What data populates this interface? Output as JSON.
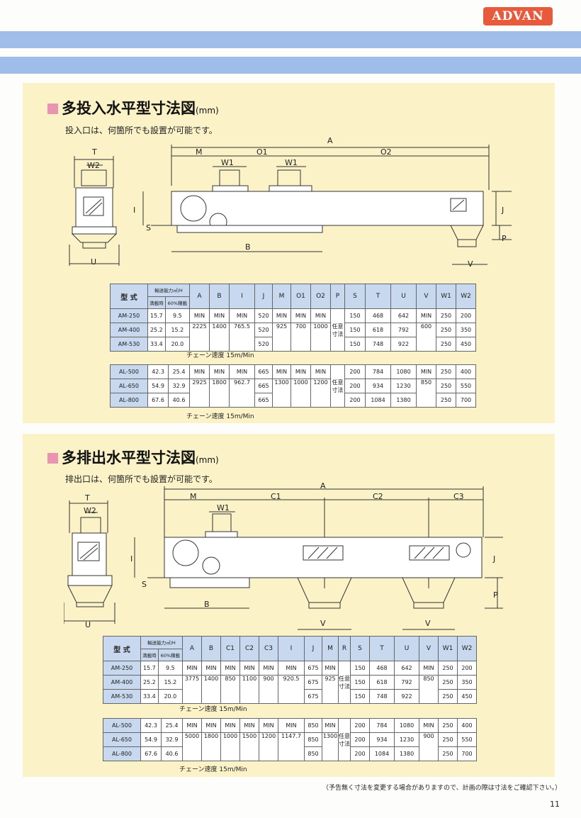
{
  "brand": "ADVAN",
  "section1": {
    "title": "多投入水平型寸法図",
    "unit": "(mm)",
    "subtitle": "投入口は、何箇所でも設置が可能です。",
    "labels": {
      "A": "A",
      "M": "M",
      "O1": "O1",
      "O2": "O2",
      "W1a": "W1",
      "W1b": "W1",
      "T": "T",
      "W2": "W2",
      "I": "I",
      "S": "S",
      "J": "J",
      "P": "P",
      "B": "B",
      "U": "U",
      "V": "V"
    },
    "headers": {
      "model": "型 式",
      "capacity": "輸送能力㎥/H",
      "cap1": "満載時",
      "cap2": "60%積載",
      "A": "A",
      "B": "B",
      "I": "I",
      "J": "J",
      "M": "M",
      "O1": "O1",
      "O2": "O2",
      "P": "P",
      "S": "S",
      "T": "T",
      "U": "U",
      "V": "V",
      "W1": "W1",
      "W2": "W2"
    },
    "table1": {
      "rows": [
        {
          "model": "AM-250",
          "c1": "15.7",
          "c2": "9.5",
          "J": "520",
          "S": "150",
          "T": "468",
          "U": "642",
          "W1": "250",
          "W2": "200"
        },
        {
          "model": "AM-400",
          "c1": "25.2",
          "c2": "15.2",
          "J": "520",
          "S": "150",
          "T": "618",
          "U": "792",
          "W1": "250",
          "W2": "350"
        },
        {
          "model": "AM-530",
          "c1": "33.4",
          "c2": "20.0",
          "J": "520",
          "S": "150",
          "T": "748",
          "U": "922",
          "W1": "250",
          "W2": "450"
        }
      ],
      "A": [
        "MIN",
        "2225"
      ],
      "B": [
        "MIN",
        "1400"
      ],
      "I": [
        "MIN",
        "765.5"
      ],
      "M": [
        "MIN",
        "925"
      ],
      "O1": [
        "MIN",
        "700"
      ],
      "O2": [
        "MIN",
        "1000"
      ],
      "P": "任意寸法",
      "V": [
        "MIN",
        "600"
      ],
      "note": "チェーン速度 15m/Min"
    },
    "table2": {
      "rows": [
        {
          "model": "AL-500",
          "c1": "42.3",
          "c2": "25.4",
          "J": "665",
          "S": "200",
          "T": "784",
          "U": "1080",
          "W1": "250",
          "W2": "400"
        },
        {
          "model": "AL-650",
          "c1": "54.9",
          "c2": "32.9",
          "J": "665",
          "S": "200",
          "T": "934",
          "U": "1230",
          "W1": "250",
          "W2": "550"
        },
        {
          "model": "AL-800",
          "c1": "67.6",
          "c2": "40.6",
          "J": "665",
          "S": "200",
          "T": "1084",
          "U": "1380",
          "W1": "250",
          "W2": "700"
        }
      ],
      "A": [
        "MIN",
        "2925"
      ],
      "B": [
        "MIN",
        "1800"
      ],
      "I": [
        "MIN",
        "962.7"
      ],
      "M": [
        "MIN",
        "1300"
      ],
      "O1": [
        "MIN",
        "1000"
      ],
      "O2": [
        "MIN",
        "1200"
      ],
      "P": "任意寸法",
      "V": [
        "MIN",
        "850"
      ],
      "note": "チェーン速度 15m/Min"
    }
  },
  "section2": {
    "title": "多排出水平型寸法図",
    "unit": "(mm)",
    "subtitle": "排出口は、何箇所でも設置が可能です。",
    "labels": {
      "A": "A",
      "M": "M",
      "C1": "C1",
      "C2": "C2",
      "C3": "C3",
      "W1": "W1",
      "T": "T",
      "W2": "W2",
      "I": "I",
      "S": "S",
      "J": "J",
      "P": "P",
      "B": "B",
      "U": "U",
      "V1": "V",
      "V2": "V"
    },
    "headers": {
      "model": "型 式",
      "capacity": "輸送能力㎥/H",
      "cap1": "満載時",
      "cap2": "60%積載",
      "A": "A",
      "B": "B",
      "C1": "C1",
      "C2": "C2",
      "C3": "C3",
      "I": "I",
      "J": "J",
      "M": "M",
      "R": "R",
      "S": "S",
      "T": "T",
      "U": "U",
      "V": "V",
      "W1": "W1",
      "W2": "W2"
    },
    "table1": {
      "rows": [
        {
          "model": "AM-250",
          "c1": "15.7",
          "c2": "9.5",
          "J": "675",
          "S": "150",
          "T": "468",
          "U": "642",
          "W1": "250",
          "W2": "200"
        },
        {
          "model": "AM-400",
          "c1": "25.2",
          "c2": "15.2",
          "J": "675",
          "S": "150",
          "T": "618",
          "U": "792",
          "W1": "250",
          "W2": "350"
        },
        {
          "model": "AM-530",
          "c1": "33.4",
          "c2": "20.0",
          "J": "675",
          "S": "150",
          "T": "748",
          "U": "922",
          "W1": "250",
          "W2": "450"
        }
      ],
      "A": [
        "MIN",
        "3775"
      ],
      "B": [
        "MIN",
        "1400"
      ],
      "C1": [
        "MIN",
        "850"
      ],
      "C2": [
        "MIN",
        "1100"
      ],
      "C3": [
        "MIN",
        "900"
      ],
      "I": [
        "MIN",
        "920.5"
      ],
      "M": [
        "MIN",
        "925"
      ],
      "R": "任意寸法",
      "V": [
        "MIN",
        "850"
      ],
      "note": "チェーン速度 15m/Min"
    },
    "table2": {
      "rows": [
        {
          "model": "AL-500",
          "c1": "42.3",
          "c2": "25.4",
          "J": "850",
          "S": "200",
          "T": "784",
          "U": "1080",
          "W1": "250",
          "W2": "400"
        },
        {
          "model": "AL-650",
          "c1": "54.9",
          "c2": "32.9",
          "J": "850",
          "S": "200",
          "T": "934",
          "U": "1230",
          "W1": "250",
          "W2": "550"
        },
        {
          "model": "AL-800",
          "c1": "67.6",
          "c2": "40.6",
          "J": "850",
          "S": "200",
          "T": "1084",
          "U": "1380",
          "W1": "250",
          "W2": "700"
        }
      ],
      "A": [
        "MIN",
        "5000"
      ],
      "B": [
        "MIN",
        "1800"
      ],
      "C1": [
        "MIN",
        "1000"
      ],
      "C2": [
        "MIN",
        "1500"
      ],
      "C3": [
        "MIN",
        "1200"
      ],
      "I": [
        "MIN",
        "1147.7"
      ],
      "M": [
        "MIN",
        "1300"
      ],
      "R": "任意寸法",
      "V": [
        "MIN",
        "900"
      ],
      "note": "チェーン速度 15m/Min"
    }
  },
  "footer": "（予告無く寸法を変更する場合がありますので、計画の際は寸法をご確認下さい。）",
  "page_number": "11"
}
